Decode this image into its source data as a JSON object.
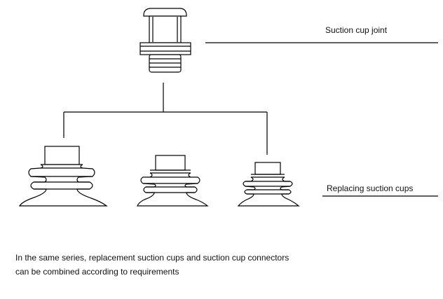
{
  "labels": {
    "joint": "Suction cup joint",
    "cups": "Replacing suction cups"
  },
  "caption": {
    "line1": "In the same series, replacement suction cups and suction cup connectors",
    "line2": "can be combined according to requirements"
  },
  "colors": {
    "stroke": "#000000",
    "background": "#ffffff"
  }
}
